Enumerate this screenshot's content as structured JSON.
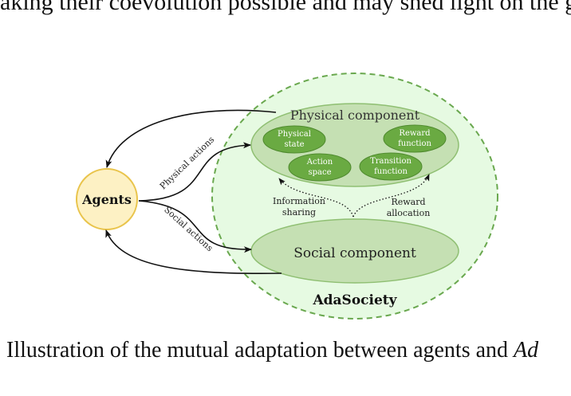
{
  "top_text": "aking their coevolution possible and may shed light on the g",
  "caption": {
    "text": "Illustration of the mutual adaptation between agents and ",
    "italic": "Ad"
  },
  "diagram": {
    "system_label": "AdaSociety",
    "agents_label": "Agents",
    "physical": {
      "title": "Physical component",
      "nodes": [
        {
          "line1": "Physical",
          "line2": "state"
        },
        {
          "line1": "Reward",
          "line2": "function"
        },
        {
          "line1": "Action",
          "line2": "space"
        },
        {
          "line1": "Transition",
          "line2": "function"
        }
      ]
    },
    "social": {
      "title": "Social component"
    },
    "edges": {
      "physical_actions": "Physical actions",
      "social_actions": "Social actions",
      "info_line1": "Information",
      "info_line2": "sharing",
      "reward_line1": "Reward",
      "reward_line2": "allocation"
    },
    "colors": {
      "outer_fill": "#e6fae2",
      "outer_stroke": "#6aa84f",
      "component_fill": "#c5e0b3",
      "component_stroke": "#8fbf72",
      "node_fill": "#6aaa42",
      "node_stroke": "#4f8a2e",
      "agents_fill": "#fdf1c4",
      "agents_stroke": "#e9c44b"
    }
  }
}
